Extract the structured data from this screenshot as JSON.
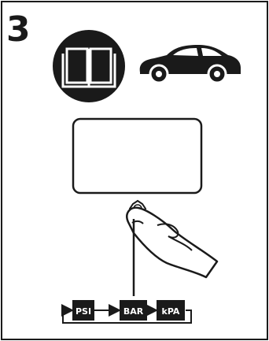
{
  "step": {
    "number": "3"
  },
  "icons": {
    "manual": "manual-book-icon",
    "vehicle": "car-icon",
    "button": "button-icon",
    "hand": "pointing-hand-icon"
  },
  "display": {
    "text": ""
  },
  "units": {
    "cycle": [
      "PSI",
      "BAR",
      "kPA"
    ]
  },
  "colors": {
    "ink": "#1a1a1a",
    "paper": "#ffffff"
  }
}
